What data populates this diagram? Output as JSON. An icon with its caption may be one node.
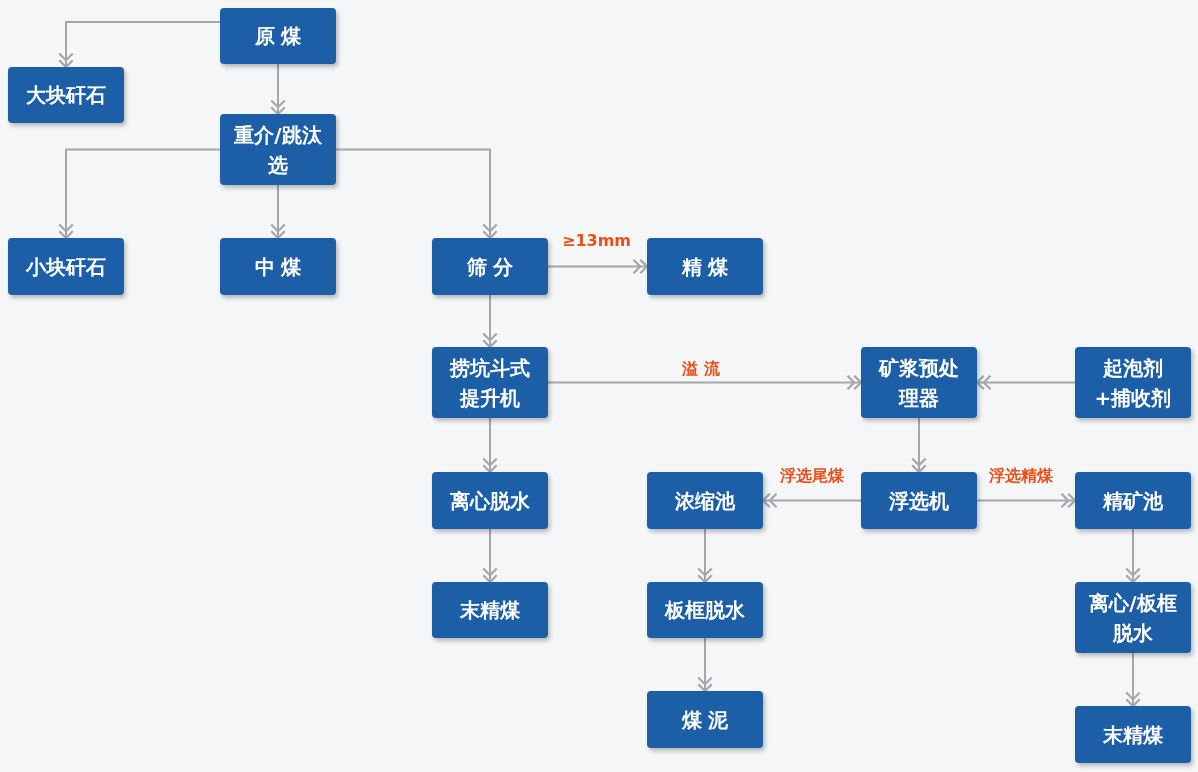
{
  "diagram": {
    "nodes": [
      {
        "text": [
          "原 煤"
        ]
      },
      {
        "text": [
          "大块矸石"
        ]
      },
      {
        "text": [
          "重介/跳汰选"
        ]
      },
      {
        "text": [
          "小块矸石"
        ]
      },
      {
        "text": [
          "中 煤"
        ]
      },
      {
        "text": [
          "筛 分"
        ]
      },
      {
        "text": [
          "精 煤"
        ]
      },
      {
        "text": [
          "捞坑斗式提升机"
        ]
      },
      {
        "text": [
          "矿浆预处理器"
        ]
      },
      {
        "text": [
          "起泡剂+捕收剂"
        ]
      },
      {
        "text": [
          "离心脱水"
        ]
      },
      {
        "text": [
          "浓缩池"
        ]
      },
      {
        "text": [
          "浮选机"
        ]
      },
      {
        "text": [
          "精矿池"
        ]
      },
      {
        "text": [
          "末精煤"
        ]
      },
      {
        "text": [
          "板框脱水"
        ]
      },
      {
        "text": [
          "离心/板框脱水"
        ]
      },
      {
        "text": [
          "煤 泥"
        ]
      },
      {
        "text": [
          "末精煤"
        ]
      }
    ],
    "edges": [
      {
        "from": 0,
        "to": 1,
        "arrow": "to"
      },
      {
        "from": 0,
        "to": 2,
        "arrow": "to"
      },
      {
        "from": 2,
        "to": 3,
        "arrow": "to"
      },
      {
        "from": 2,
        "to": 4,
        "arrow": "to"
      },
      {
        "from": 2,
        "to": 5,
        "arrow": "to"
      },
      {
        "from": 5,
        "to": 6,
        "arrow": "to",
        "label": "≥13mm"
      },
      {
        "from": 5,
        "to": 7,
        "arrow": "to"
      },
      {
        "from": 7,
        "to": 8,
        "arrow": "to",
        "label": "溢 流"
      },
      {
        "from": 9,
        "to": 8,
        "arrow": "to"
      },
      {
        "from": 8,
        "to": 12,
        "arrow": "to"
      },
      {
        "from": 12,
        "to": 11,
        "arrow": "to",
        "label": "浮选尾煤"
      },
      {
        "from": 12,
        "to": 13,
        "arrow": "to",
        "label": "浮选精煤"
      },
      {
        "from": 7,
        "to": 10,
        "arrow": "to"
      },
      {
        "from": 10,
        "to": 14,
        "arrow": "to"
      },
      {
        "from": 11,
        "to": 15,
        "arrow": "to"
      },
      {
        "from": 15,
        "to": 17,
        "arrow": "to"
      },
      {
        "from": 13,
        "to": 16,
        "arrow": "to"
      },
      {
        "from": 16,
        "to": 18,
        "arrow": "to"
      }
    ]
  }
}
